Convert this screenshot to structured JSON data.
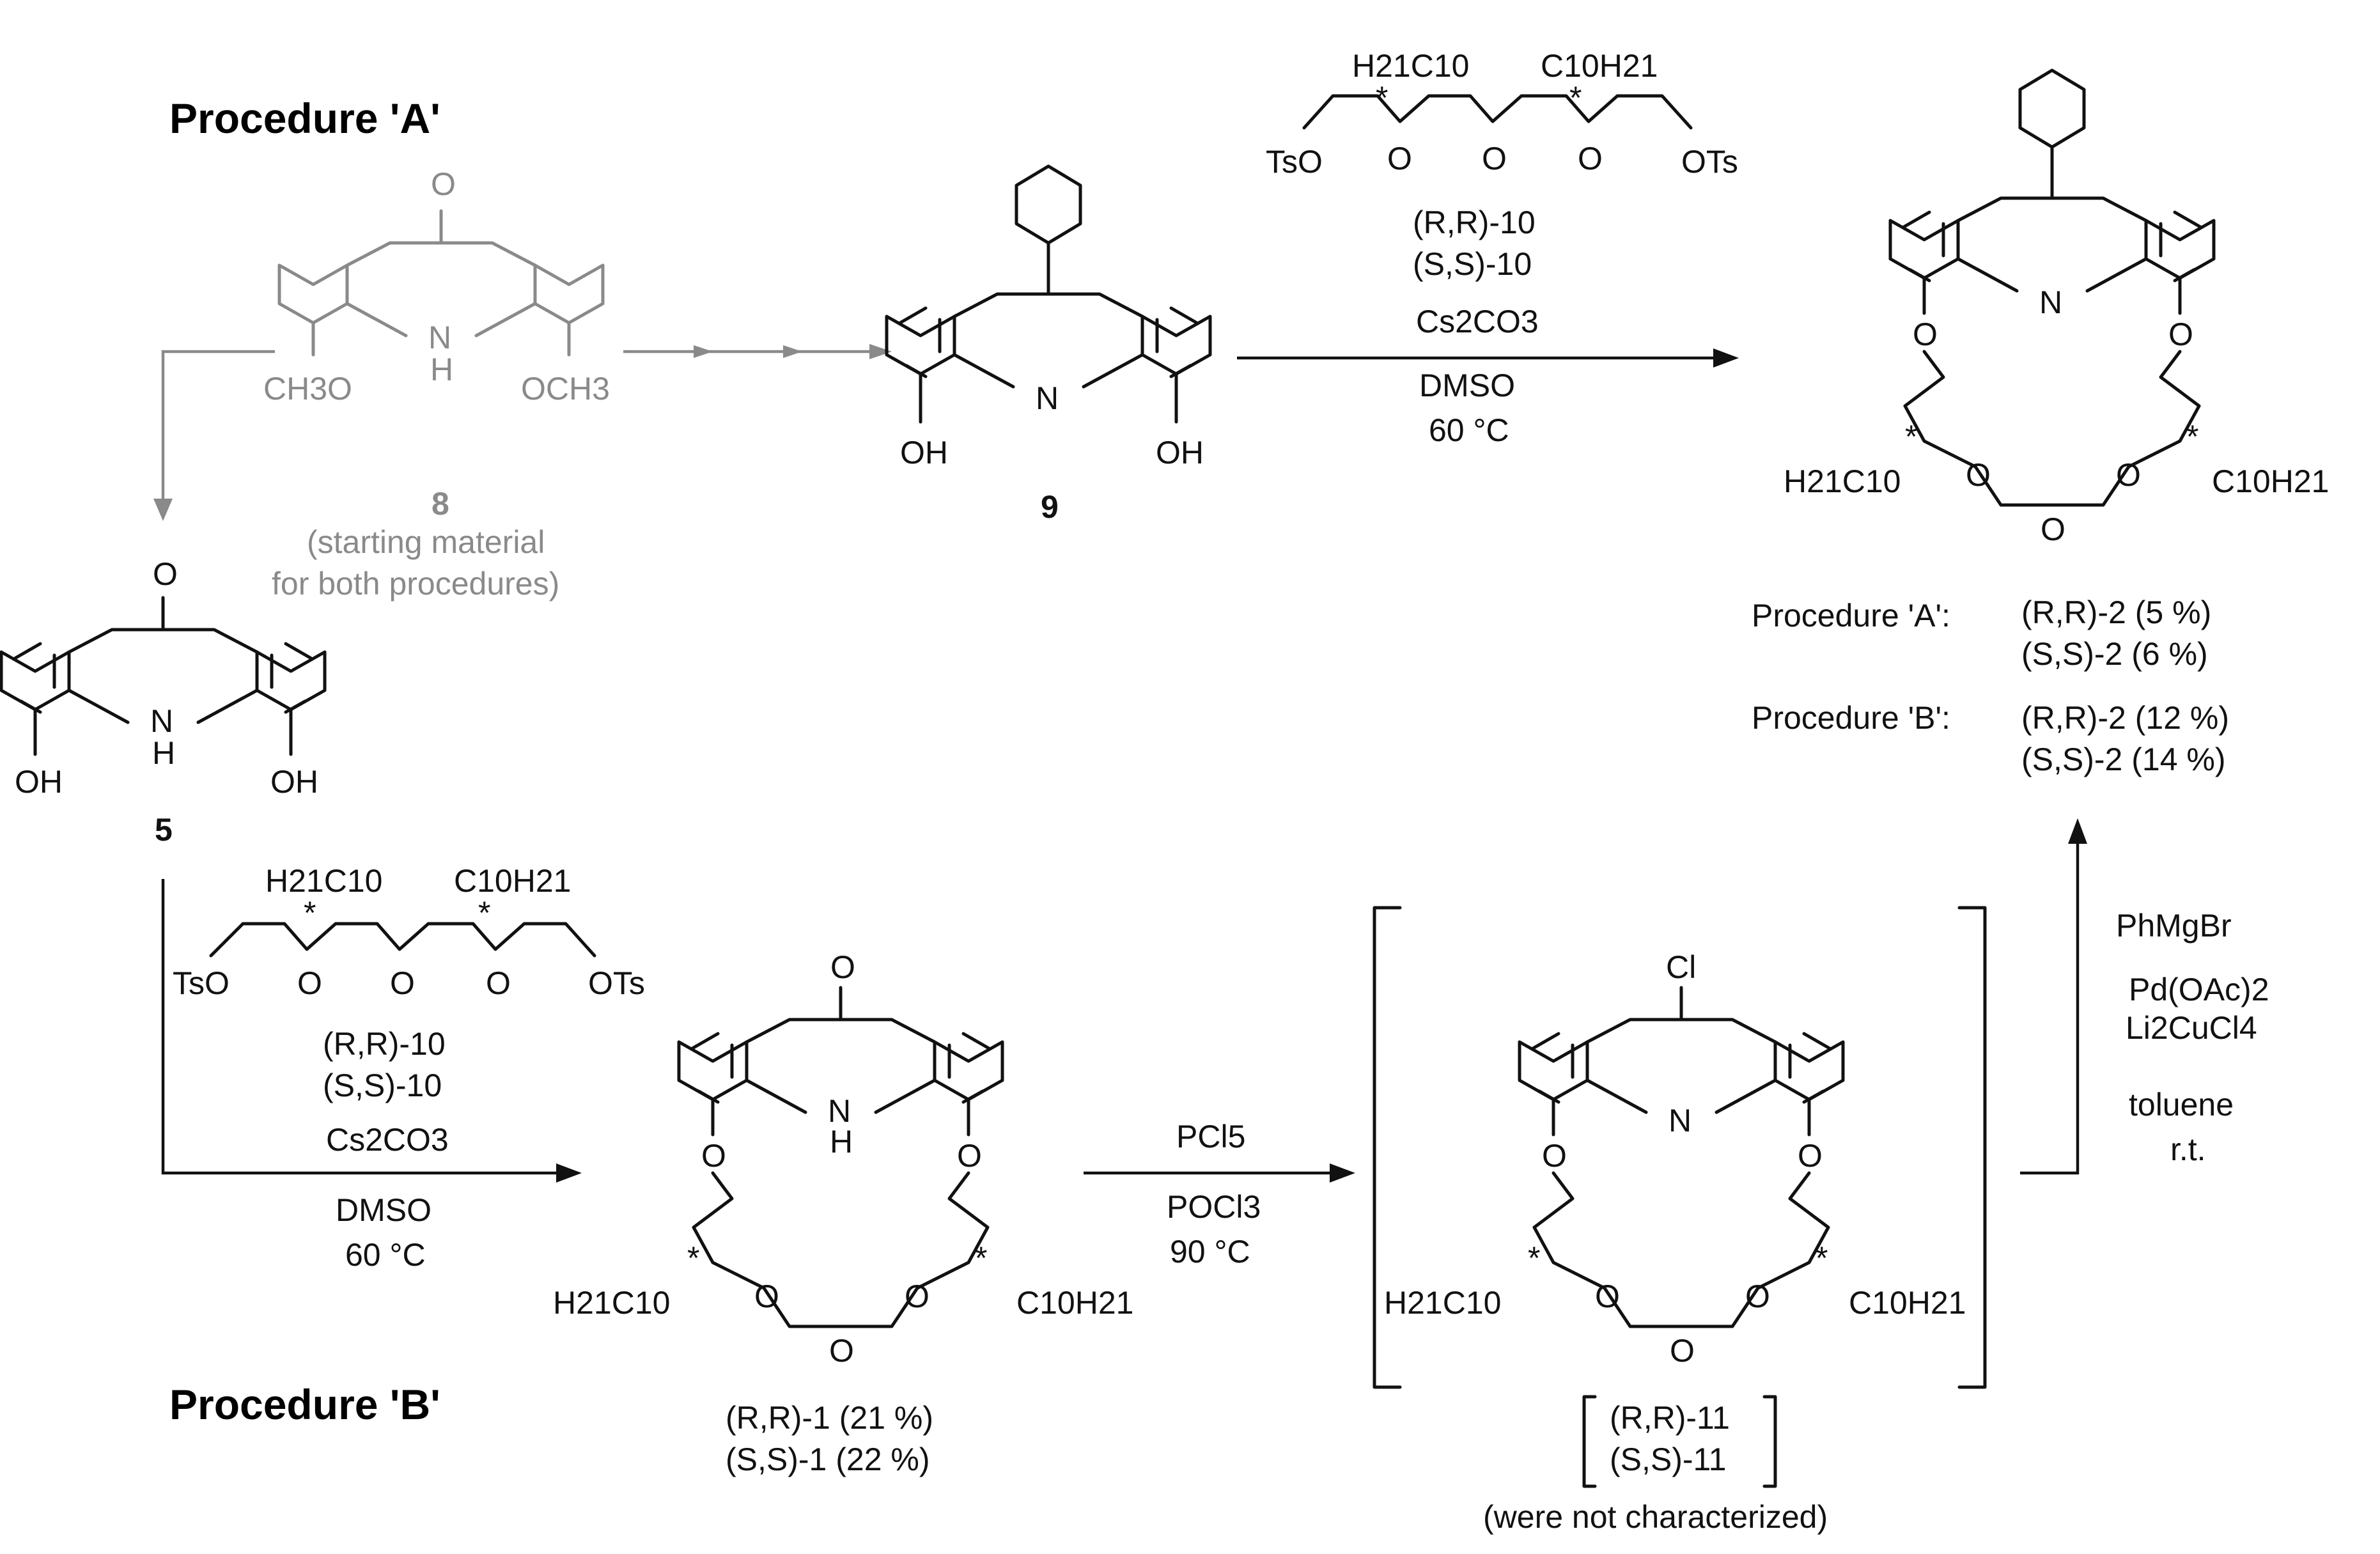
{
  "headings": {
    "procedure_a": "Procedure 'A'",
    "procedure_b": "Procedure 'B'"
  },
  "compounds": {
    "c8": {
      "id": "8",
      "caption_line1": "(starting material",
      "caption_line2": "for both procedures)"
    },
    "c9": {
      "id": "9"
    },
    "c5": {
      "id": "5"
    },
    "c1": {
      "rr": "(R,R)-1 (21 %)",
      "ss": "(S,S)-1 (22 %)"
    },
    "c11": {
      "rr": "(R,R)-11",
      "ss": "(S,S)-11",
      "note": "(were not characterized)"
    },
    "c2": {
      "proc_a_label": "Procedure 'A':",
      "proc_a_rr": "(R,R)-2 (5 %)",
      "proc_a_ss": "(S,S)-2 (6 %)",
      "proc_b_label": "Procedure 'B':",
      "proc_b_rr": "(R,R)-2 (12 %)",
      "proc_b_ss": "(S,S)-2 (14 %)"
    }
  },
  "atoms": {
    "oxo": "O",
    "nh_n": "N",
    "nh_h": "H",
    "n": "N",
    "o": "O",
    "cl": "Cl",
    "oh": "OH",
    "och3_left": "CH3O",
    "och3_right": "OCH3",
    "tso": "TsO",
    "ots": "OTs",
    "h21c10": "H21C10",
    "c10h21": "C10H21",
    "stereo_mark": "*"
  },
  "reagents": {
    "step_a2": {
      "reagent_rr": "(R,R)-10",
      "reagent_ss": "(S,S)-10",
      "base": "Cs2CO3",
      "solvent": "DMSO",
      "temp": "60 °C"
    },
    "step_b1": {
      "reagent_rr": "(R,R)-10",
      "reagent_ss": "(S,S)-10",
      "base": "Cs2CO3",
      "solvent": "DMSO",
      "temp": "60 °C"
    },
    "step_b2": {
      "reagent1": "PCl5",
      "reagent2": "POCl3",
      "temp": "90 °C"
    },
    "step_b3": {
      "reagent1": "PhMgBr",
      "catalyst": "Pd(OAc)2",
      "cocatalyst": "Li2CuCl4",
      "solvent": "toluene",
      "temp": "r.t."
    }
  }
}
